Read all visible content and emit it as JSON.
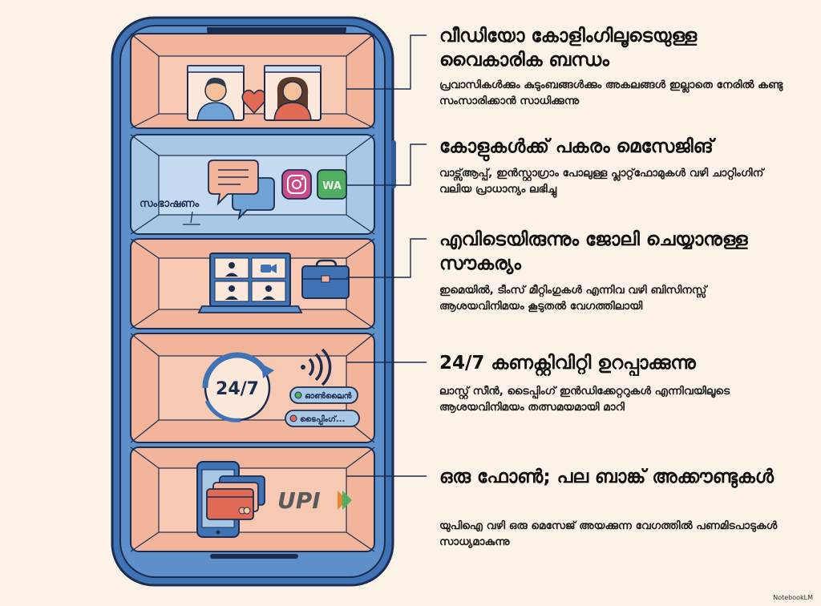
{
  "sections": [
    {
      "title": "വീഡിയോ കോളിംഗിലൂടെയുള്ള വൈകാരിക ബന്ധം",
      "description": "പ്രവാസികൾക്കും കുടുംബങ്ങൾക്കും അകലങ്ങൾ ഇല്ലാതെ നേരിൽ കണ്ടു സംസാരിക്കാൻ സാധിക്കുന്നു"
    },
    {
      "title": "കോളുകൾക്ക് പകരം മെസേജിങ്",
      "description": "വാട്സ്ആപ്പ്, ഇൻസ്റ്റാഗ്രാം പോലുള്ള പ്ലാറ്റ്‌ഫോമുകൾ വഴി ചാറ്റിംഗിന് വലിയ പ്രാധാന്യം ലഭിച്ചു"
    },
    {
      "title": "എവിടെയിരുന്നും ജോലി ചെയ്യാനുള്ള സൗകര്യം",
      "description": "ഇമെയിൽ, ടീംസ് മീറ്റിംഗുകൾ എന്നിവ വഴി ബിസിനസ്സ് ആശയവിനിമയം കൂടുതൽ വേഗത്തിലായി"
    },
    {
      "title": "24/7 കണക്റ്റിവിറ്റി ഉറപ്പാക്കുന്നു",
      "description": "ലാസ്റ്റ് സീൻ, ടൈപ്പിംഗ് ഇൻഡിക്കേറ്ററുകൾ എന്നിവയിലൂടെ ആശയവിനിമയം തത്സമയമായി മാറി"
    },
    {
      "title": "ഒരു ഫോൺ; പല ബാങ്ക് അക്കൗണ്ടുകൾ",
      "description": "യുപിഐ വഴി ഒരു മെസേജ് അയക്കുന്ന വേഗത്തിൽ പണമിടപാടുകൾ സാധ്യമാകുന്നു"
    }
  ],
  "labels": {
    "conversation": "സംഭാഷണം",
    "whatsapp": "WA",
    "clock": "24/7",
    "online_status": "ഓൺലൈൻ",
    "typing_status": "ടൈപ്പിംഗ്...",
    "upi": "UPI"
  },
  "watermark": "NotebookLM",
  "colors": {
    "phone_frame": "#3f73b6",
    "phone_border": "#1b2d4f",
    "panel_peach": "#f2b59b",
    "panel_blue": "#a9c8e6",
    "background": "#fbf3e8"
  },
  "icons": [
    "person-icon",
    "heart-icon",
    "chat-bubble-icon",
    "instagram-icon",
    "whatsapp-icon",
    "video-call-icon",
    "camera-icon",
    "briefcase-icon",
    "clock-icon",
    "wifi-signal-icon",
    "smartphone-icon",
    "card-icon",
    "upi-logo-icon"
  ]
}
